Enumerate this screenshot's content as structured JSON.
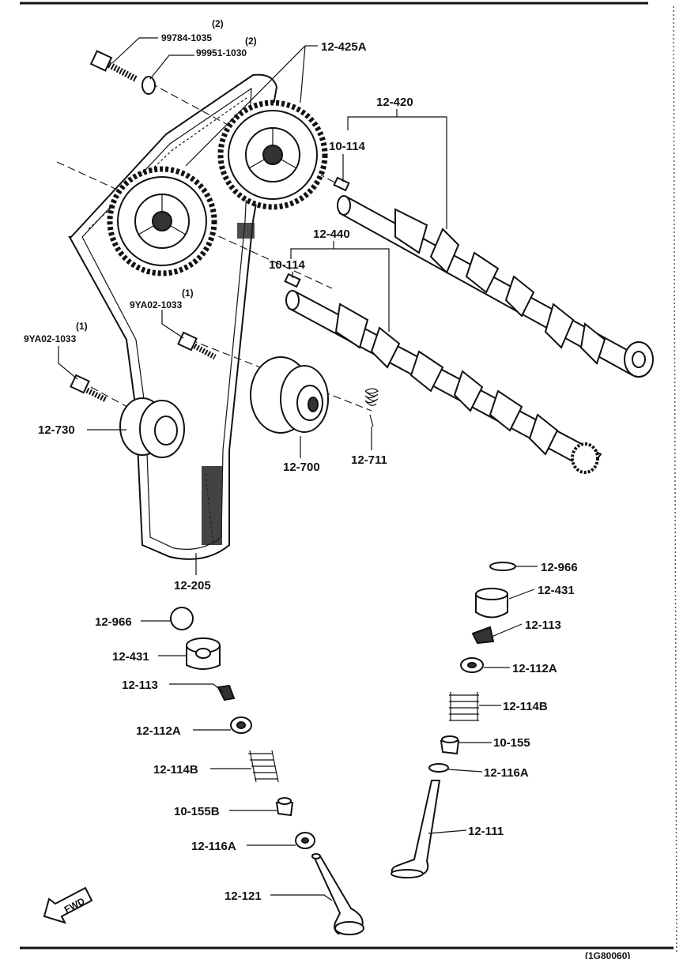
{
  "labels": {
    "bolt_cam": "99784-1035",
    "bolt_cam_qty": "(2)",
    "washer_cam": "99951-1030",
    "washer_cam_qty": "(2)",
    "cam_pulley": "12-425A",
    "camshaft_upper": "12-420",
    "pin_upper": "10-114",
    "camshaft_lower": "12-440",
    "pin_lower": "10-114",
    "bolt_tensioner": "9YA02-1033",
    "bolt_tensioner_qty": "(1)",
    "bolt_idler": "9YA02-1033",
    "bolt_idler_qty": "(1)",
    "idler": "12-730",
    "tensioner": "12-700",
    "spring": "12-711",
    "belt": "12-205",
    "r_cap": "12-966",
    "r_tappet": "12-431",
    "r_keeper": "12-113",
    "r_upper_seat": "12-112A",
    "r_spring": "12-114B",
    "r_seal": "10-155",
    "r_lower_seat": "12-116A",
    "r_valve": "12-111",
    "l_cap": "12-966",
    "l_tappet": "12-431",
    "l_keeper": "12-113",
    "l_upper_seat": "12-112A",
    "l_spring": "12-114B",
    "l_seal": "10-155B",
    "l_lower_seat": "12-116A",
    "l_valve": "12-121",
    "fwd": "FWD",
    "ref_code": "(1G80060)"
  },
  "icons": [
    "fwd-arrow-icon"
  ]
}
